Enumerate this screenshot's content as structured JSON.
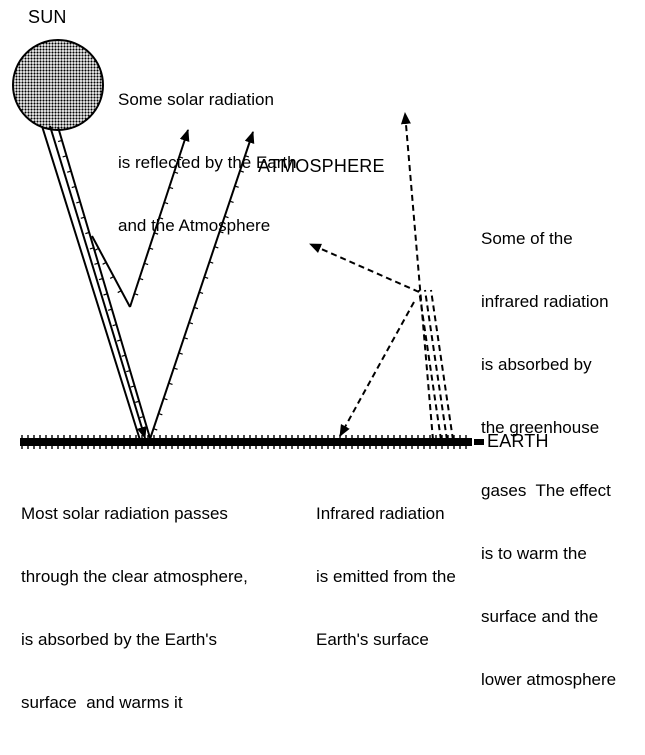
{
  "labels": {
    "sun": "SUN",
    "atmosphere": "ATMOSPHERE",
    "earth": "EARTH",
    "reflected": [
      "Some solar radiation",
      "is reflected by the Earth",
      "and the Atmosphere"
    ],
    "absorbed_gases": [
      "Some of the",
      "infrared radiation",
      "is absorbed by",
      "the greenhouse",
      "gases  The effect",
      "is to warm the",
      "surface and the",
      "lower atmosphere"
    ],
    "solar_passes": [
      "Most solar radiation passes",
      "through the clear atmosphere,",
      "is absorbed by the Earth's",
      "surface  and warms it"
    ],
    "infrared_emitted": [
      "Infrared radiation",
      "is emitted from the",
      "Earth's surface"
    ]
  },
  "colors": {
    "ink": "#000000",
    "sun_fill": "#9a9a9a",
    "background": "#ffffff"
  }
}
